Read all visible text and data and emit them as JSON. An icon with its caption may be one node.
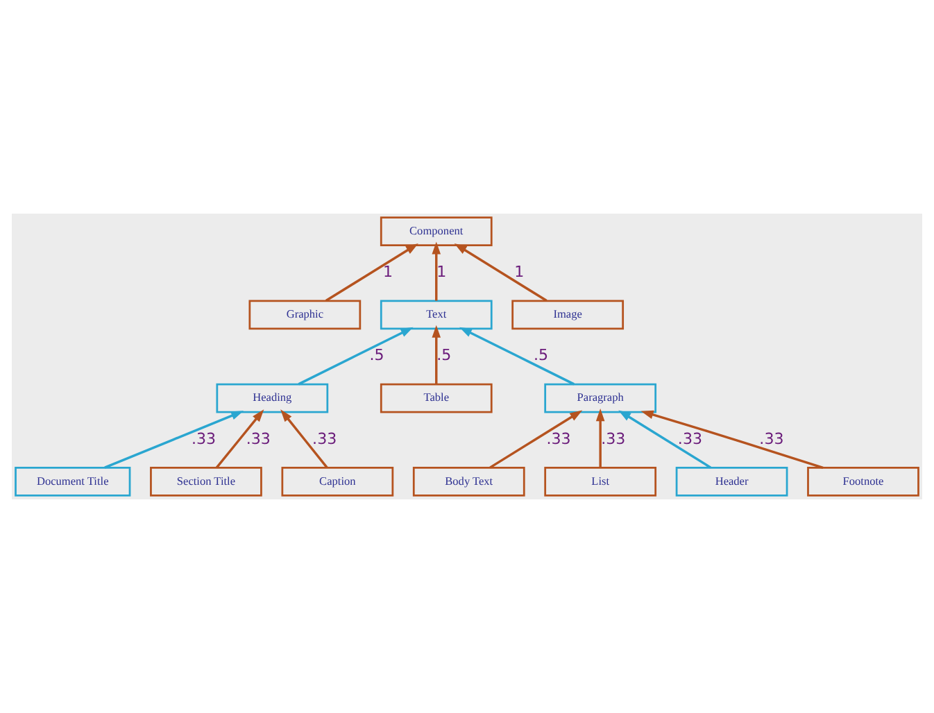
{
  "diagram": {
    "nodes": [
      {
        "text": [
          "Component"
        ]
      },
      {
        "text": [
          "Graphic"
        ]
      },
      {
        "text": [
          "Text"
        ]
      },
      {
        "text": [
          "Image"
        ]
      },
      {
        "text": [
          "Heading"
        ]
      },
      {
        "text": [
          "Table"
        ]
      },
      {
        "text": [
          "Paragraph"
        ]
      },
      {
        "text": [
          "Document Title"
        ]
      },
      {
        "text": [
          "Section Title"
        ]
      },
      {
        "text": [
          "Caption"
        ]
      },
      {
        "text": [
          "Body Text"
        ]
      },
      {
        "text": [
          "List"
        ]
      },
      {
        "text": [
          "Header"
        ]
      },
      {
        "text": [
          "Footnote"
        ]
      }
    ],
    "edges": [
      {
        "from": 1,
        "to": 0,
        "arrow": "to",
        "label": "1"
      },
      {
        "from": 2,
        "to": 0,
        "arrow": "to",
        "label": "1"
      },
      {
        "from": 3,
        "to": 0,
        "arrow": "to",
        "label": "1"
      },
      {
        "from": 4,
        "to": 2,
        "arrow": "to",
        "label": ".5",
        "color": "#2aa6d0"
      },
      {
        "from": 5,
        "to": 2,
        "arrow": "to",
        "label": ".5"
      },
      {
        "from": 6,
        "to": 2,
        "arrow": "to",
        "label": ".5",
        "color": "#2aa6d0"
      },
      {
        "from": 7,
        "to": 4,
        "arrow": "to",
        "label": ".33",
        "color": "#2aa6d0"
      },
      {
        "from": 8,
        "to": 4,
        "arrow": "to",
        "label": ".33"
      },
      {
        "from": 9,
        "to": 4,
        "arrow": "to",
        "label": ".33"
      },
      {
        "from": 10,
        "to": 6,
        "arrow": "to",
        "label": ".33"
      },
      {
        "from": 11,
        "to": 6,
        "arrow": "to",
        "label": ".33"
      },
      {
        "from": 12,
        "to": 6,
        "arrow": "to",
        "label": ".33",
        "color": "#2aa6d0"
      },
      {
        "from": 13,
        "to": 6,
        "arrow": "to",
        "label": ".33"
      }
    ]
  }
}
